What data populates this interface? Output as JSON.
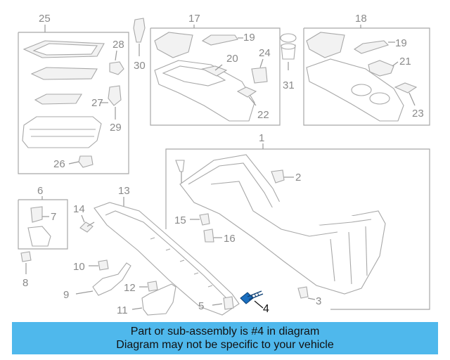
{
  "callouts": {
    "n1": "1",
    "n2": "2",
    "n3": "3",
    "n4": "4",
    "n5": "5",
    "n6": "6",
    "n7": "7",
    "n8": "8",
    "n9": "9",
    "n10": "10",
    "n11": "11",
    "n12": "12",
    "n13": "13",
    "n14": "14",
    "n15": "15",
    "n16": "16",
    "n17": "17",
    "n18": "18",
    "n19a": "19",
    "n19b": "19",
    "n20": "20",
    "n21": "21",
    "n22": "22",
    "n23": "23",
    "n24": "24",
    "n25": "25",
    "n26": "26",
    "n27": "27",
    "n28": "28",
    "n29": "29",
    "n30": "30",
    "n31": "31"
  },
  "highlight_color": "#1a6fc0",
  "banner": {
    "line1": "Part or sub-assembly is #4 in diagram",
    "line2": "Diagram may not be specific to your vehicle",
    "color": "#4fb8ec"
  }
}
